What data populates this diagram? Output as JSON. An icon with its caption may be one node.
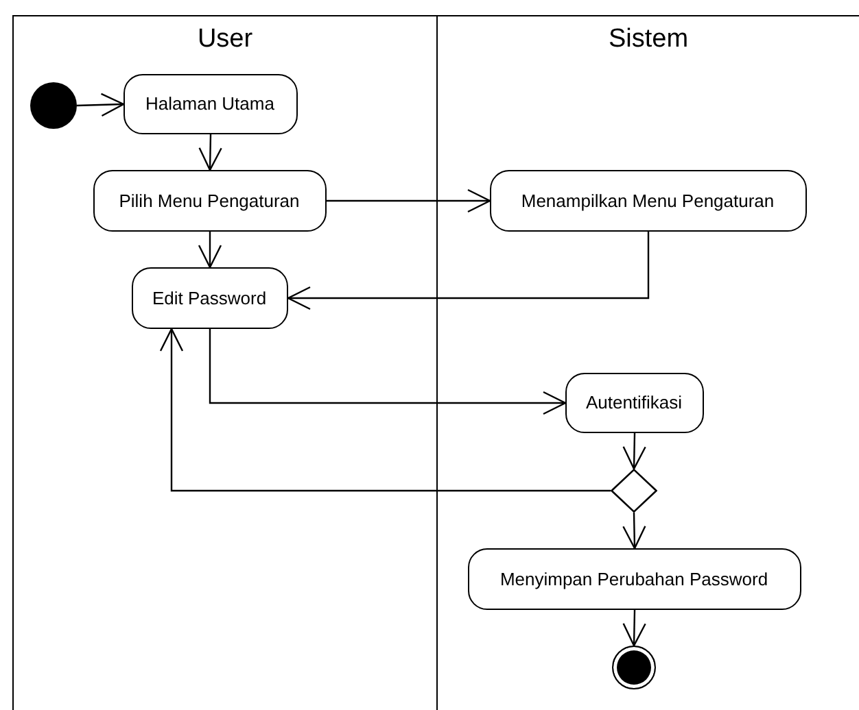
{
  "diagram": {
    "nodes": [
      {
        "text": [
          "User"
        ]
      },
      {
        "text": [
          "Sistem"
        ]
      },
      {
        "text": [],
        "shape": "circle",
        "in": 0
      },
      {
        "text": [
          "Halaman Utama"
        ],
        "in": 0
      },
      {
        "text": [
          "Pilih Menu Pengaturan"
        ],
        "in": 0
      },
      {
        "text": [
          "Edit Password"
        ],
        "in": 0
      },
      {
        "text": [
          "Menampilkan Menu Pengaturan"
        ],
        "in": 1
      },
      {
        "text": [
          "Autentifikasi"
        ],
        "in": 1
      },
      {
        "text": [],
        "shape": "diamond",
        "in": 1
      },
      {
        "text": [
          "Menyimpan Perubahan Password"
        ],
        "in": 1
      },
      {
        "text": [],
        "shape": "circle",
        "in": 1
      }
    ],
    "edges": [
      {
        "from": 2,
        "to": 3,
        "arrow": "to"
      },
      {
        "from": 3,
        "to": 4,
        "arrow": "to"
      },
      {
        "from": 4,
        "to": 5,
        "arrow": "to"
      },
      {
        "from": 4,
        "to": 6,
        "arrow": "to"
      },
      {
        "from": 6,
        "to": 5,
        "arrow": "to"
      },
      {
        "from": 5,
        "to": 7,
        "arrow": "to"
      },
      {
        "from": 7,
        "to": 8,
        "arrow": "to"
      },
      {
        "from": 8,
        "to": 5,
        "arrow": "to"
      },
      {
        "from": 8,
        "to": 9,
        "arrow": "to"
      },
      {
        "from": 9,
        "to": 10,
        "arrow": "to"
      }
    ]
  }
}
